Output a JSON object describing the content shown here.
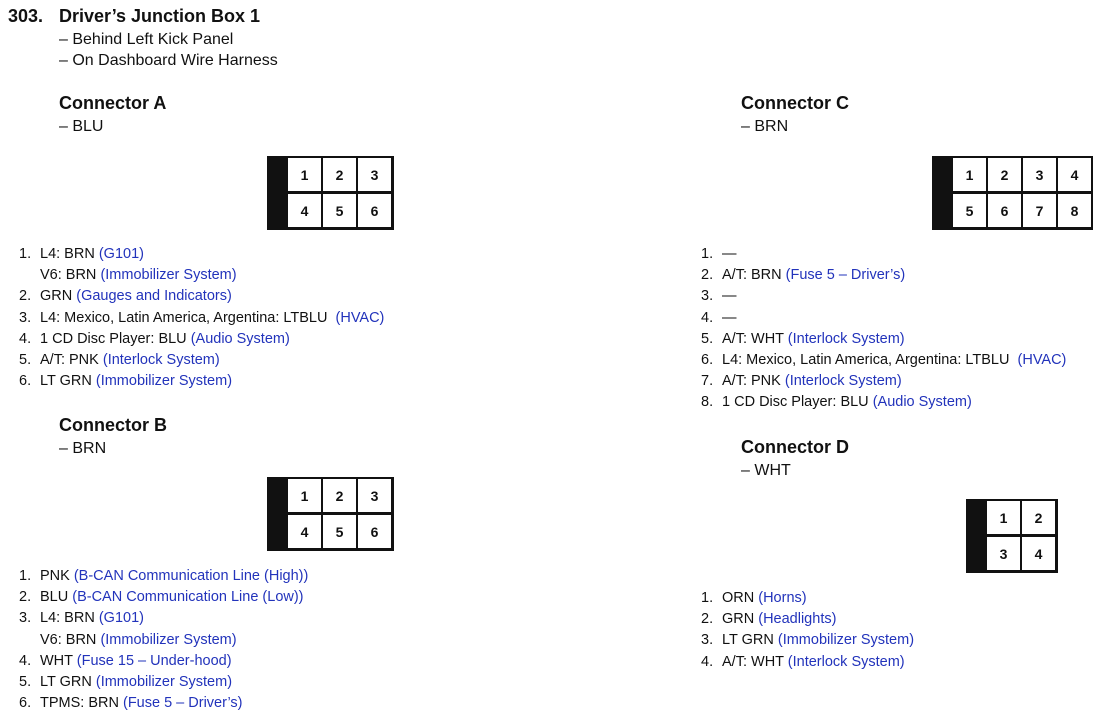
{
  "header": {
    "number": "303.",
    "title": "Driver’s Junction Box 1",
    "locations": [
      "– Behind Left Kick Panel",
      "– On Dashboard Wire Harness"
    ]
  },
  "connectors": {
    "A": {
      "title": "Connector A",
      "color": "– BLU",
      "cells": [
        "1",
        "2",
        "3",
        "4",
        "5",
        "6"
      ],
      "pins": [
        {
          "n": "1.",
          "text": "L4: BRN ",
          "link": "(G101)",
          "text2": "V6: BRN ",
          "link2": "(Immobilizer System)"
        },
        {
          "n": "2.",
          "text": "GRN ",
          "link": "(Gauges and Indicators)"
        },
        {
          "n": "3.",
          "text": "L4: Mexico, Latin America, Argentina: LTBLU  ",
          "link": "(HVAC)"
        },
        {
          "n": "4.",
          "text": "1 CD Disc Player: BLU ",
          "link": "(Audio System)"
        },
        {
          "n": "5.",
          "text": "A/T: PNK ",
          "link": "(Interlock System)"
        },
        {
          "n": "6.",
          "text": "LT GRN ",
          "link": "(Immobilizer System)"
        }
      ]
    },
    "B": {
      "title": "Connector B",
      "color": "– BRN",
      "cells": [
        "1",
        "2",
        "3",
        "4",
        "5",
        "6"
      ],
      "pins": [
        {
          "n": "1.",
          "text": "PNK ",
          "link": "(B-CAN Communication Line (High))"
        },
        {
          "n": "2.",
          "text": "BLU ",
          "link": "(B-CAN Communication Line (Low))"
        },
        {
          "n": "3.",
          "text": "L4: BRN ",
          "link": "(G101)",
          "text2": "V6: BRN ",
          "link2": "(Immobilizer System)"
        },
        {
          "n": "4.",
          "text": "WHT ",
          "link": "(Fuse 15 – Under-hood)"
        },
        {
          "n": "5.",
          "text": "LT GRN ",
          "link": "(Immobilizer System)"
        },
        {
          "n": "6.",
          "text": "TPMS: BRN ",
          "link": "(Fuse 5 – Driver’s)"
        }
      ]
    },
    "C": {
      "title": "Connector C",
      "color": "– BRN",
      "cells": [
        "1",
        "2",
        "3",
        "4",
        "5",
        "6",
        "7",
        "8"
      ],
      "pins": [
        {
          "n": "1.",
          "text": "—",
          "link": ""
        },
        {
          "n": "2.",
          "text": "A/T: BRN ",
          "link": "(Fuse 5 – Driver’s)"
        },
        {
          "n": "3.",
          "text": "—",
          "link": ""
        },
        {
          "n": "4.",
          "text": "—",
          "link": ""
        },
        {
          "n": "5.",
          "text": "A/T: WHT ",
          "link": "(Interlock System)"
        },
        {
          "n": "6.",
          "text": "L4: Mexico, Latin America, Argentina: LTBLU  ",
          "link": "(HVAC)"
        },
        {
          "n": "7.",
          "text": "A/T: PNK ",
          "link": "(Interlock System)"
        },
        {
          "n": "8.",
          "text": "1 CD Disc Player: BLU ",
          "link": "(Audio System)"
        }
      ]
    },
    "D": {
      "title": "Connector D",
      "color": "– WHT",
      "cells": [
        "1",
        "2",
        "3",
        "4"
      ],
      "pins": [
        {
          "n": "1.",
          "text": "ORN ",
          "link": "(Horns)"
        },
        {
          "n": "2.",
          "text": "GRN ",
          "link": "(Headlights)"
        },
        {
          "n": "3.",
          "text": "LT GRN ",
          "link": "(Immobilizer System)"
        },
        {
          "n": "4.",
          "text": "A/T: WHT ",
          "link": "(Interlock System)"
        }
      ]
    }
  },
  "colors": {
    "link": "#2233bb",
    "text": "#111111"
  }
}
